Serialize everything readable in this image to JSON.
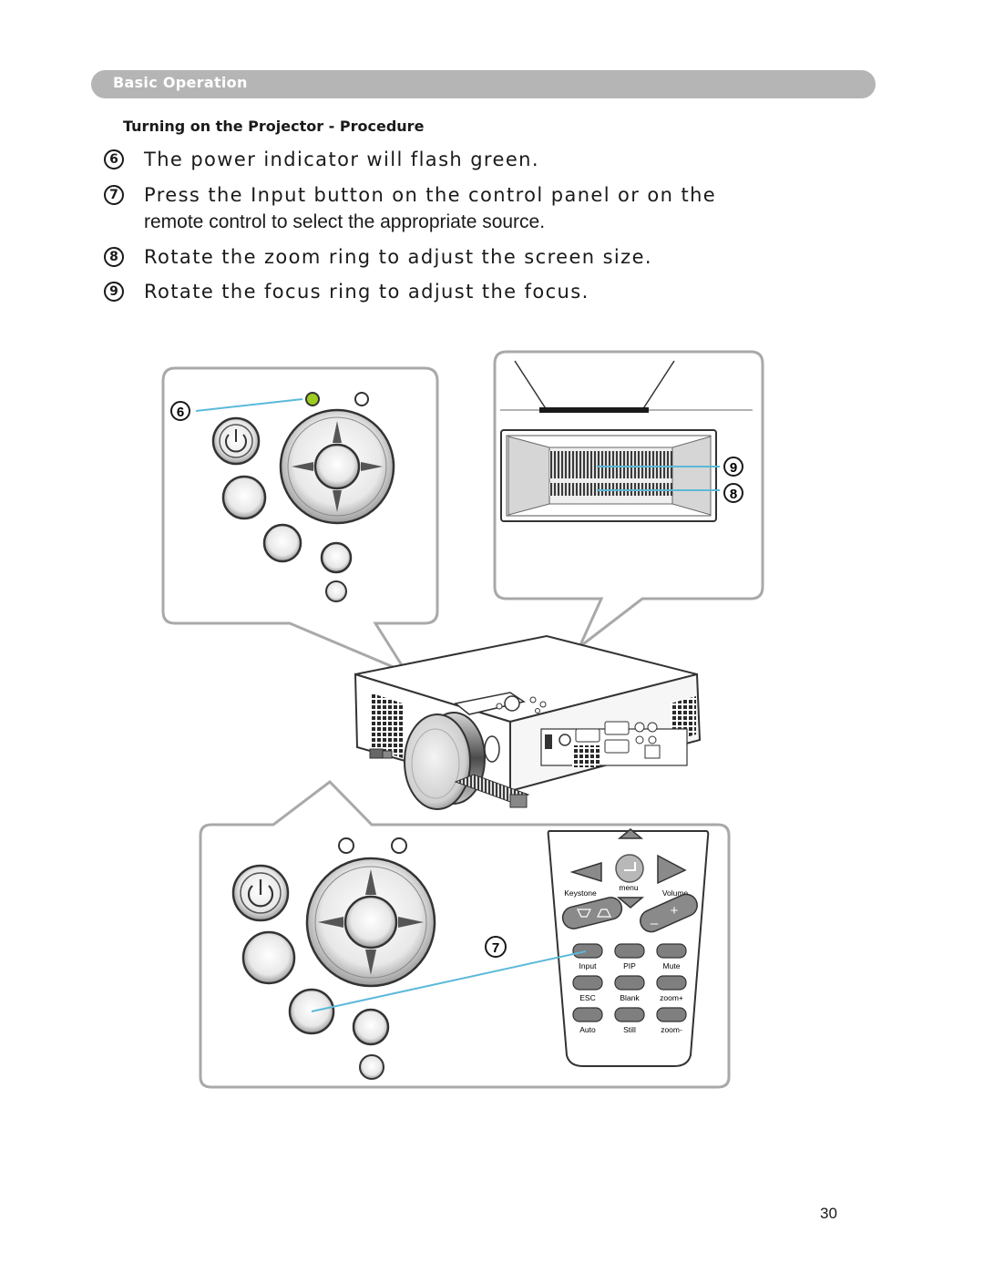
{
  "header": {
    "section_label": "Basic Operation"
  },
  "subheading": "Turning on the Projector - Procedure",
  "steps": [
    {
      "num": "6",
      "line1": "The power indicator will flash green.",
      "line2": ""
    },
    {
      "num": "7",
      "line1": "Press the Input button on the control panel or on the",
      "line2": "remote control to select the appropriate source."
    },
    {
      "num": "8",
      "line1": "Rotate the zoom ring to adjust the screen size.",
      "line2": ""
    },
    {
      "num": "9",
      "line1": "Rotate the focus ring to adjust the focus.",
      "line2": ""
    }
  ],
  "figure": {
    "callouts": {
      "power": "6",
      "focus": "9",
      "zoom": "8",
      "input": "7"
    },
    "remote_labels": {
      "keystone": "Keystone",
      "menu": "menu",
      "volume": "Volume",
      "input": "Input",
      "pip": "PIP",
      "mute": "Mute",
      "esc": "ESC",
      "blank": "Blank",
      "zoom_plus": "zoom+",
      "auto": "Auto",
      "still": "Still",
      "zoom_minus": "zoom-"
    },
    "colors": {
      "leader_line": "#5ab9d9",
      "power_led": "#9ccc1f"
    }
  },
  "page_number": "30"
}
